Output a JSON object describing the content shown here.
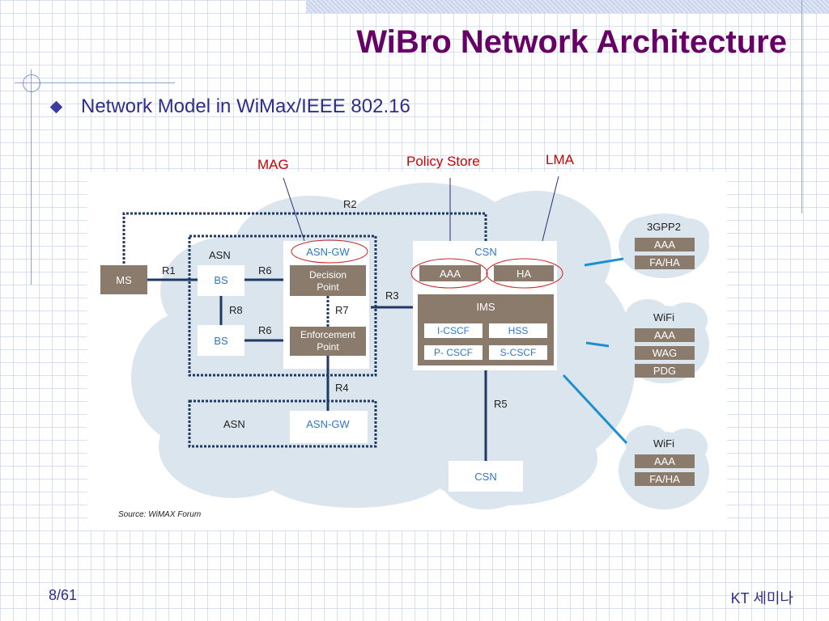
{
  "slide": {
    "title": "WiBro Network Architecture",
    "bullet": "Network Model in WiMax/IEEE 802.16",
    "page_number": "8/61",
    "footer_right": "KT 세미나"
  },
  "callouts": {
    "mag": "MAG",
    "policy_store": "Policy Store",
    "lma": "LMA"
  },
  "diagram": {
    "ms": "MS",
    "r1": "R1",
    "r2": "R2",
    "r3": "R3",
    "r4": "R4",
    "r5": "R5",
    "r6_top": "R6",
    "r6_bottom": "R6",
    "r7": "R7",
    "r8": "R8",
    "asn_label": "ASN",
    "asn_gw": "ASN-GW",
    "bs1": "BS",
    "bs2": "BS",
    "decision_point_line1": "Decision",
    "decision_point_line2": "Point",
    "enforcement_point_line1": "Enforcement",
    "enforcement_point_line2": "Point",
    "asn2_label": "ASN",
    "asn2_gw": "ASN-GW",
    "csn_label": "CSN",
    "aaa": "AAA",
    "ha": "HA",
    "ims": "IMS",
    "i_cscf": "I-CSCF",
    "hss": "HSS",
    "p_cscf": "P- CSCF",
    "s_cscf": "S-CSCF",
    "csn2": "CSN",
    "gpp2_label": "3GPP2",
    "gpp2_aaa": "AAA",
    "gpp2_faha": "FA/HA",
    "wifi1_label": "WiFi",
    "wifi1_aaa": "AAA",
    "wifi1_wag": "WAG",
    "wifi1_pdg": "PDG",
    "wifi2_label": "WiFi",
    "wifi2_aaa": "AAA",
    "wifi2_faha": "FA/HA",
    "source": "Source: WiMAX Forum"
  },
  "colors": {
    "title": "#660066",
    "text": "#2e2e8a",
    "callout": "#cc0000",
    "cloud": "#dbe5ee",
    "box_dark": "#8b7b6d",
    "blue_text": "#2f78c4",
    "dotted": "#1f3864"
  }
}
